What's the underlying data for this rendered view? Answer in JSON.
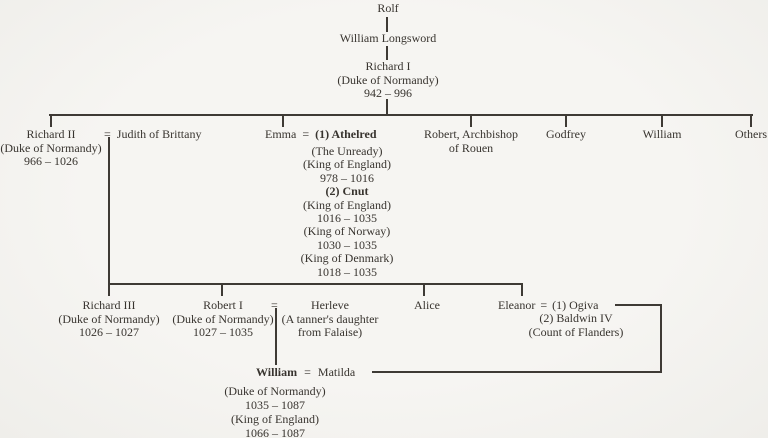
{
  "diagram": {
    "g1": {
      "rolf": "Rolf",
      "william_longsword": "William Longsword",
      "richard1": {
        "name": "Richard I",
        "title": "(Duke of Normandy)",
        "years": "942 – 996"
      }
    },
    "g2": {
      "richard2": {
        "name": "Richard II",
        "title": "(Duke of Normandy)",
        "years": "966 – 1026"
      },
      "judith": {
        "eq": "=",
        "name": "Judith of Brittany"
      },
      "emma": {
        "name": "Emma",
        "eq": "=",
        "spouse1": "(1) Athelred"
      },
      "emma_block": {
        "lines": [
          "(The Unready)",
          "(King of England)",
          "978 – 1016",
          "(2) Cnut",
          "(King of England)",
          "1016 – 1035",
          "(King of Norway)",
          "1030 – 1035",
          "(King of Denmark)",
          "1018 – 1035"
        ]
      },
      "robert_archbishop": {
        "line1": "Robert, Archbishop",
        "line2": "of Rouen"
      },
      "godfrey": "Godfrey",
      "william": "William",
      "others": "Others"
    },
    "g3": {
      "richard3": {
        "name": "Richard III",
        "title": "(Duke of Normandy)",
        "years": "1026 – 1027"
      },
      "robert1": {
        "name": "Robert I",
        "title": "(Duke of Normandy)",
        "years": "1027 – 1035"
      },
      "herleve": {
        "eq": "=",
        "name": "Herleve",
        "desc1": "(A tanner's daughter",
        "desc2": "from Falaise)"
      },
      "alice": "Alice",
      "eleanor": {
        "name": "Eleanor",
        "eq": "=",
        "spouse1": "(1) Ogiva",
        "spouse2": "(2) Baldwin IV",
        "spouse2_title": "(Count of Flanders)"
      }
    },
    "g4": {
      "william": {
        "name": "William",
        "eq": "=",
        "spouse": "Matilda",
        "title": "(Duke of Normandy)",
        "years1": "1035 – 1087",
        "title2": "(King of England)",
        "years2": "1066 – 1087"
      }
    }
  }
}
